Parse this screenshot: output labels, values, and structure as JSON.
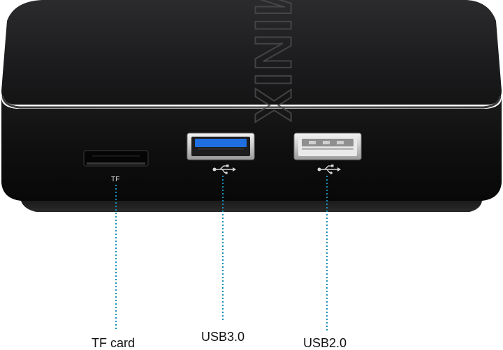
{
  "device": {
    "brand_logo_text": "MINIX",
    "port_tf_text": "TF"
  },
  "callouts": {
    "tf_label": "TF card",
    "usb3_label": "USB3.0",
    "usb2_label": "USB2.0"
  },
  "colors": {
    "callout_line": "#1a8fb8",
    "usb3_accent": "#1f6fe0",
    "device_body": "#111111"
  },
  "icons": {
    "usb3_symbol": "usb-icon",
    "usb2_symbol": "usb-icon"
  }
}
